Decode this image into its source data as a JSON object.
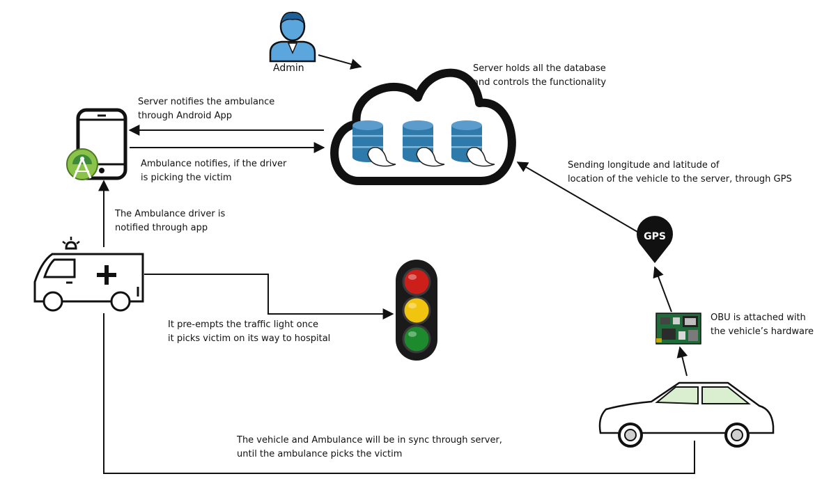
{
  "admin": {
    "label": "Admin"
  },
  "server": {
    "description_lines": [
      "Server holds all the database",
      "and controls the functionality"
    ]
  },
  "phone": {
    "notify_ambulance_lines": [
      "Server notifies the ambulance",
      "through Android App"
    ],
    "ambulance_notifies_lines": [
      "Ambulance notifies, if the driver",
      "is picking the victim"
    ]
  },
  "ambulance": {
    "driver_notified_lines": [
      "The Ambulance driver is",
      "notified through app"
    ]
  },
  "traffic_light": {
    "preempt_lines": [
      "It pre-empts the traffic light once",
      "it picks victim on its way to hospital"
    ]
  },
  "gps": {
    "icon_label": "GPS",
    "sending_lines": [
      "Sending longitude and latitude of",
      "location of the vehicle to the server, through GPS"
    ]
  },
  "obu": {
    "attached_lines": [
      "OBU is attached with",
      "the vehicle’s hardware"
    ]
  },
  "sync": {
    "lines": [
      "The vehicle and Ambulance will be in sync through server,",
      "until the ambulance picks the victim"
    ]
  },
  "colors": {
    "db_blue": "#2e7bab",
    "db_band": "#7fb7d9",
    "android_green": "#8bc34a",
    "red_light": "#cc1f1a",
    "yellow_light": "#f1c40f",
    "green_light": "#1d8a2e",
    "admin_blue": "#5aa6dd",
    "board_green": "#1f6b3a"
  }
}
